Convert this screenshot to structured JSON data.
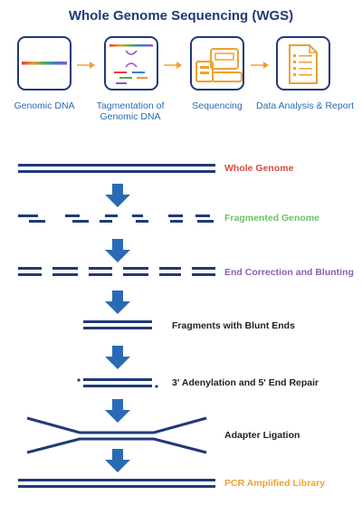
{
  "title": "Whole Genome Sequencing (WGS)",
  "steps": [
    {
      "label": "Genomic DNA",
      "icon": "dna-strand-icon"
    },
    {
      "label": "Tagmentation of Genomic DNA",
      "icon": "tagmentation-icon"
    },
    {
      "label": "Sequencing",
      "icon": "sequencer-icon"
    },
    {
      "label": "Data Analysis & Report",
      "icon": "report-document-icon"
    }
  ],
  "stages": [
    {
      "label": "Whole Genome",
      "color": "#d84a3f"
    },
    {
      "label": "Fragmented Genome",
      "color": "#6cbf6a"
    },
    {
      "label": "End Correction and Blunting",
      "color": "#8e5fb5"
    },
    {
      "label": "Fragments with Blunt Ends",
      "color": "#222222"
    },
    {
      "label": "3' Adenylation and 5' End Repair",
      "color": "#222222"
    },
    {
      "label": "Adapter Ligation",
      "color": "#222222"
    },
    {
      "label": "PCR Amplified Library",
      "color": "#f0a030"
    }
  ],
  "colors": {
    "navy": "#1f3a78",
    "arrow_orange": "#f0a030",
    "down_arrow": "#2a6ab4"
  }
}
